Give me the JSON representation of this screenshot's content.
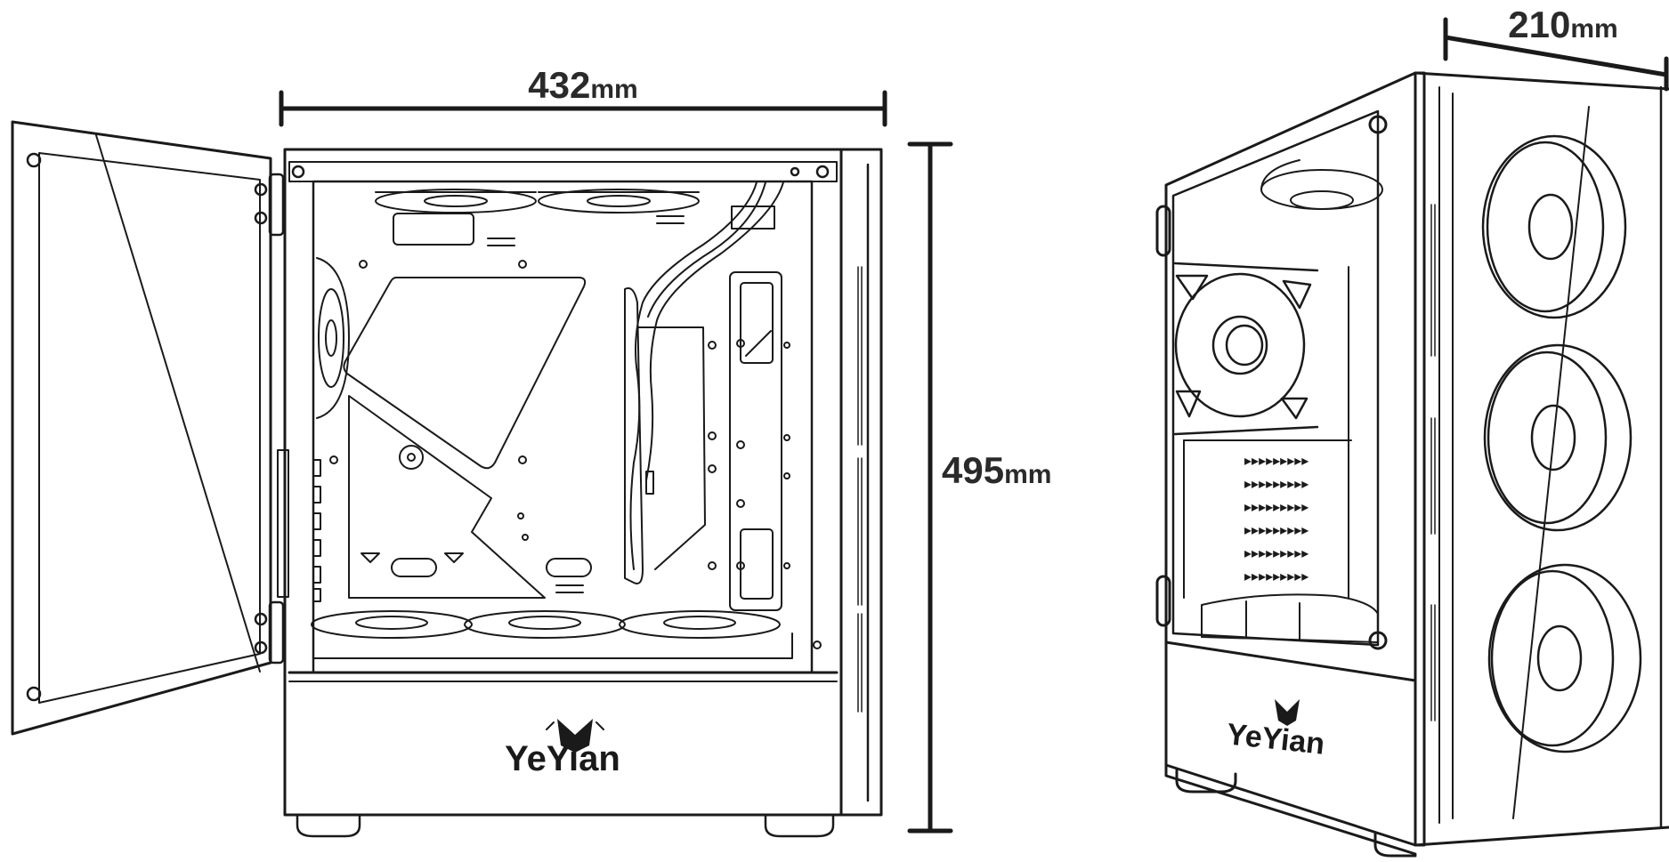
{
  "dimensions": {
    "length": {
      "value": "432",
      "unit": "mm"
    },
    "height": {
      "value": "495",
      "unit": "mm"
    },
    "width": {
      "value": "210",
      "unit": "mm"
    }
  },
  "brand": {
    "logo_text": "YeYian"
  },
  "colors": {
    "line": "#1a1a1a",
    "background": "#ffffff",
    "dimension_text": "#2a2a2a"
  },
  "icons": {
    "logo": "yeyian-knight-logo"
  }
}
